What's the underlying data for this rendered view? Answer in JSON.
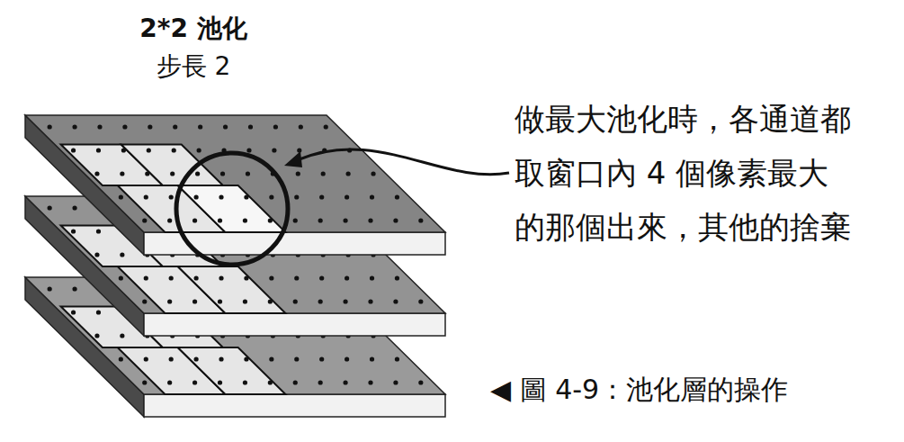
{
  "diagram": {
    "title": "2*2 池化",
    "caption": "◀ 圖 4-9：池化層的操作",
    "labels": [
      "步長 2",
      "做最大池化時，各通道都 取窗口內 4 個像素最大 的那個出來，其他的捨棄"
    ]
  }
}
